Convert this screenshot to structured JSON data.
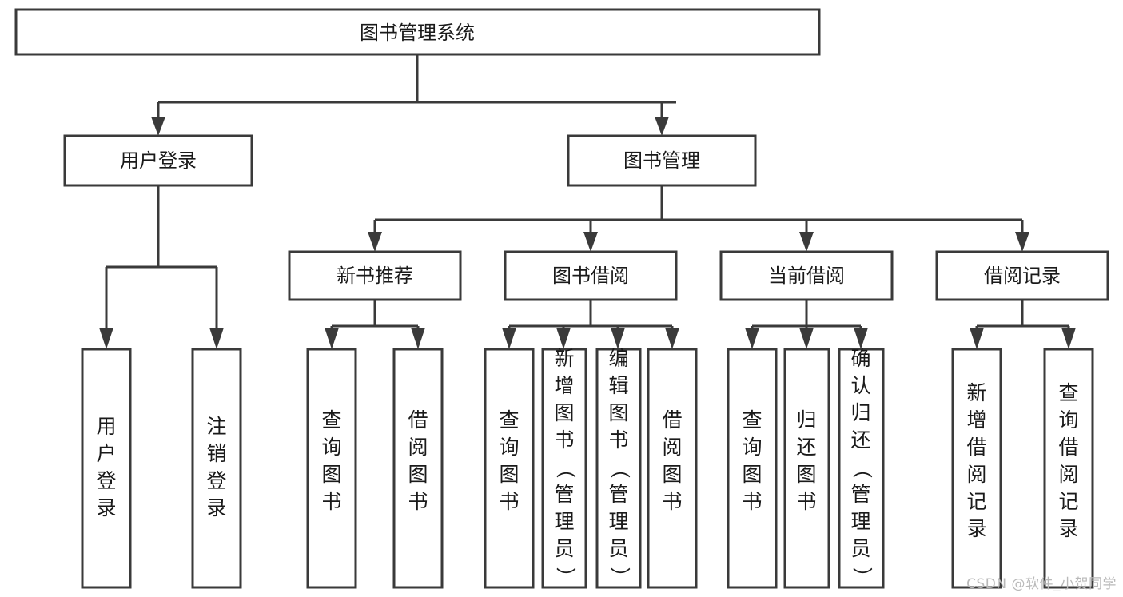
{
  "diagram": {
    "title": "图书管理系统",
    "type": "hierarchy-tree",
    "root": {
      "id": "root",
      "label": "图书管理系统",
      "orientation": "horizontal"
    },
    "level2": [
      {
        "id": "user-login",
        "label": "用户登录",
        "orientation": "horizontal"
      },
      {
        "id": "book-manage",
        "label": "图书管理",
        "orientation": "horizontal"
      }
    ],
    "level3": [
      {
        "id": "new-book-recommend",
        "label": "新书推荐",
        "parent": "book-manage",
        "orientation": "horizontal"
      },
      {
        "id": "book-borrow",
        "label": "图书借阅",
        "parent": "book-manage",
        "orientation": "horizontal"
      },
      {
        "id": "current-borrow",
        "label": "当前借阅",
        "parent": "book-manage",
        "orientation": "horizontal"
      },
      {
        "id": "borrow-record",
        "label": "借阅记录",
        "parent": "book-manage",
        "orientation": "horizontal"
      }
    ],
    "leaves": [
      {
        "id": "leaf-user-login",
        "label": "用户登录",
        "parent": "user-login",
        "orientation": "vertical"
      },
      {
        "id": "leaf-user-logout",
        "label": "注销登录",
        "parent": "user-login",
        "orientation": "vertical"
      },
      {
        "id": "leaf-query-book-1",
        "label": "查询图书",
        "parent": "new-book-recommend",
        "orientation": "vertical"
      },
      {
        "id": "leaf-borrow-book-1",
        "label": "借阅图书",
        "parent": "new-book-recommend",
        "orientation": "vertical"
      },
      {
        "id": "leaf-query-book-2",
        "label": "查询图书",
        "parent": "book-borrow",
        "orientation": "vertical"
      },
      {
        "id": "leaf-add-book",
        "label": "新增图书（管理员）",
        "parent": "book-borrow",
        "orientation": "vertical"
      },
      {
        "id": "leaf-edit-book",
        "label": "编辑图书（管理员）",
        "parent": "book-borrow",
        "orientation": "vertical"
      },
      {
        "id": "leaf-borrow-book-2",
        "label": "借阅图书",
        "parent": "book-borrow",
        "orientation": "vertical"
      },
      {
        "id": "leaf-query-book-3",
        "label": "查询图书",
        "parent": "current-borrow",
        "orientation": "vertical"
      },
      {
        "id": "leaf-return-book",
        "label": "归还图书",
        "parent": "current-borrow",
        "orientation": "vertical"
      },
      {
        "id": "leaf-confirm-return",
        "label": "确认归还（管理员）",
        "parent": "current-borrow",
        "orientation": "vertical"
      },
      {
        "id": "leaf-add-record",
        "label": "新增借阅记录",
        "parent": "borrow-record",
        "orientation": "vertical"
      },
      {
        "id": "leaf-query-record",
        "label": "查询借阅记录",
        "parent": "borrow-record",
        "orientation": "vertical"
      }
    ]
  },
  "watermark": {
    "text": "CSDN @软件_小贺同学"
  },
  "colors": {
    "stroke": "#3a3a3a",
    "fill": "#ffffff",
    "text": "#1a1a1a",
    "watermark": "#b9b9b9"
  }
}
